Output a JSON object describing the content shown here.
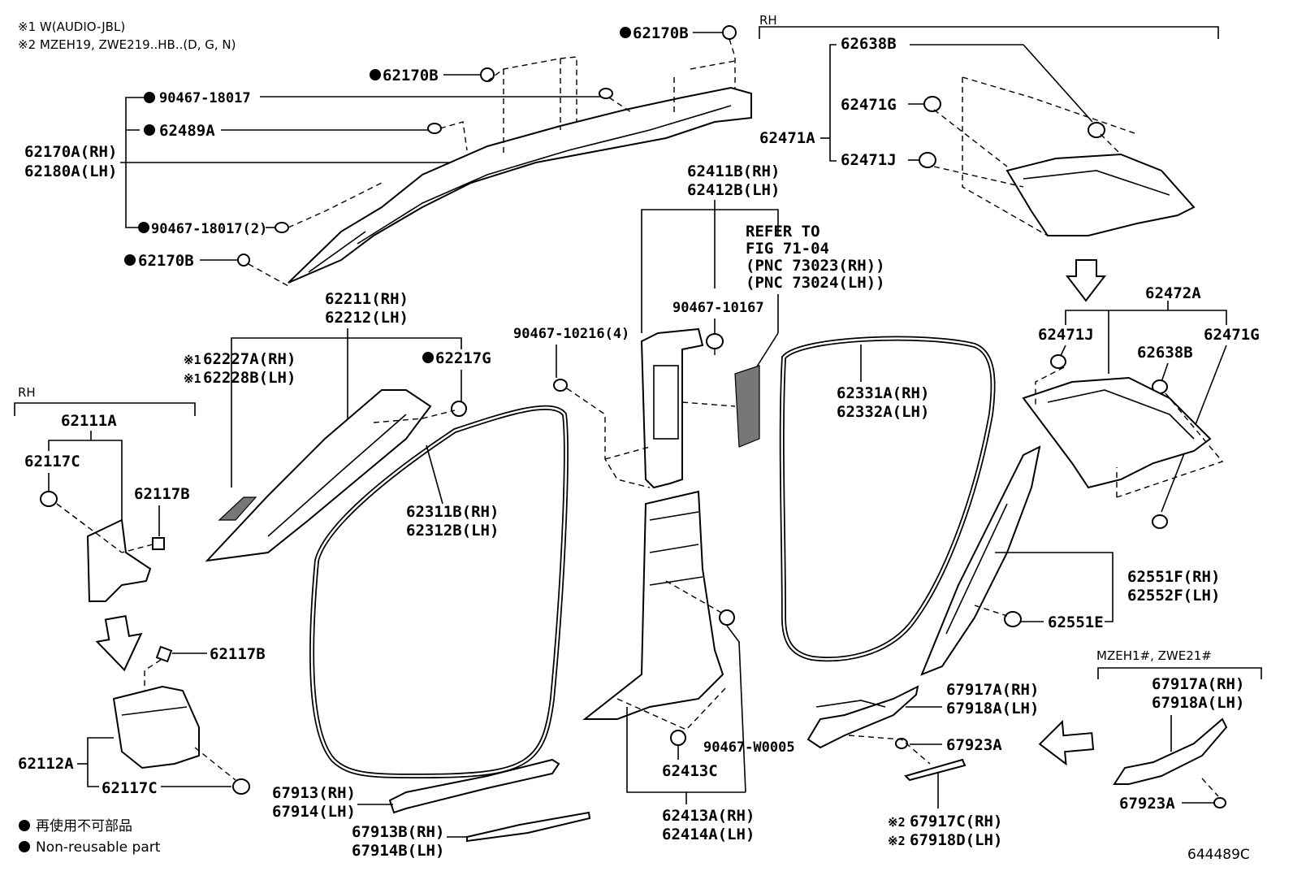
{
  "notes": {
    "note1": "※1 W(AUDIO-JBL)",
    "note2": "※2 MZEH19, ZWE219..HB..(D, G, N)"
  },
  "groups": {
    "rh_top": "RH",
    "rh_left": "RH",
    "mzeh": "MZEH1#, ZWE21#"
  },
  "refer": {
    "l1": "REFER TO",
    "l2": "FIG 71-04",
    "l3": "(PNC 73023(RH))",
    "l4": "(PNC 73024(LH))"
  },
  "labels": {
    "p62170B_a": "62170B",
    "p62170B_b": "62170B",
    "p90467_18017": "90467-18017",
    "p62489A": "62489A",
    "p62170A_RH": "62170A(RH)",
    "p62180A_LH": "62180A(LH)",
    "p90467_18017_2": "90467-18017(2)",
    "p62170B_c": "62170B",
    "p62638B_a": "62638B",
    "p62471G_a": "62471G",
    "p62471A": "62471A",
    "p62471J_a": "62471J",
    "p62411B_RH": "62411B(RH)",
    "p62412B_LH": "62412B(LH)",
    "p90467_10167": "90467-10167",
    "p62472A": "62472A",
    "p62471J_b": "62471J",
    "p62638B_b": "62638B",
    "p62471G_b": "62471G",
    "p62211_RH": "62211(RH)",
    "p62212_LH": "62212(LH)",
    "p62227A_RH": "62227A(RH)",
    "p62228B_LH": "62228B(LH)",
    "p62217G": "62217G",
    "p90467_10216_4": "90467-10216(4)",
    "p62331A_RH": "62331A(RH)",
    "p62332A_LH": "62332A(LH)",
    "p62111A": "62111A",
    "p62117C_a": "62117C",
    "p62117B_a": "62117B",
    "p62311B_RH": "62311B(RH)",
    "p62312B_LH": "62312B(LH)",
    "p62551F_RH": "62551F(RH)",
    "p62552F_LH": "62552F(LH)",
    "p62551E": "62551E",
    "p62117B_b": "62117B",
    "p62112A": "62112A",
    "p62117C_b": "62117C",
    "p67917A_RH_a": "67917A(RH)",
    "p67918A_LH_a": "67918A(LH)",
    "p67917A_RH_b": "67917A(RH)",
    "p67918A_LH_b": "67918A(LH)",
    "p90467_W0005": "90467-W0005",
    "p62413C": "62413C",
    "p67923A_a": "67923A",
    "p67923A_b": "67923A",
    "p67913_RH": "67913(RH)",
    "p67914_LH": "67914(LH)",
    "p62413A_RH": "62413A(RH)",
    "p62414A_LH": "62414A(LH)",
    "p67913B_RH": "67913B(RH)",
    "p67914B_LH": "67914B(LH)",
    "p67917C_RH": "67917C(RH)",
    "p67918D_LH": "67918D(LH)"
  },
  "marks": {
    "x1": "※1",
    "x1b": "※1",
    "x2": "※2",
    "x2b": "※2"
  },
  "legend": {
    "jp": "再使用不可部品",
    "en": "Non-reusable part"
  },
  "figure_id": "644489C"
}
